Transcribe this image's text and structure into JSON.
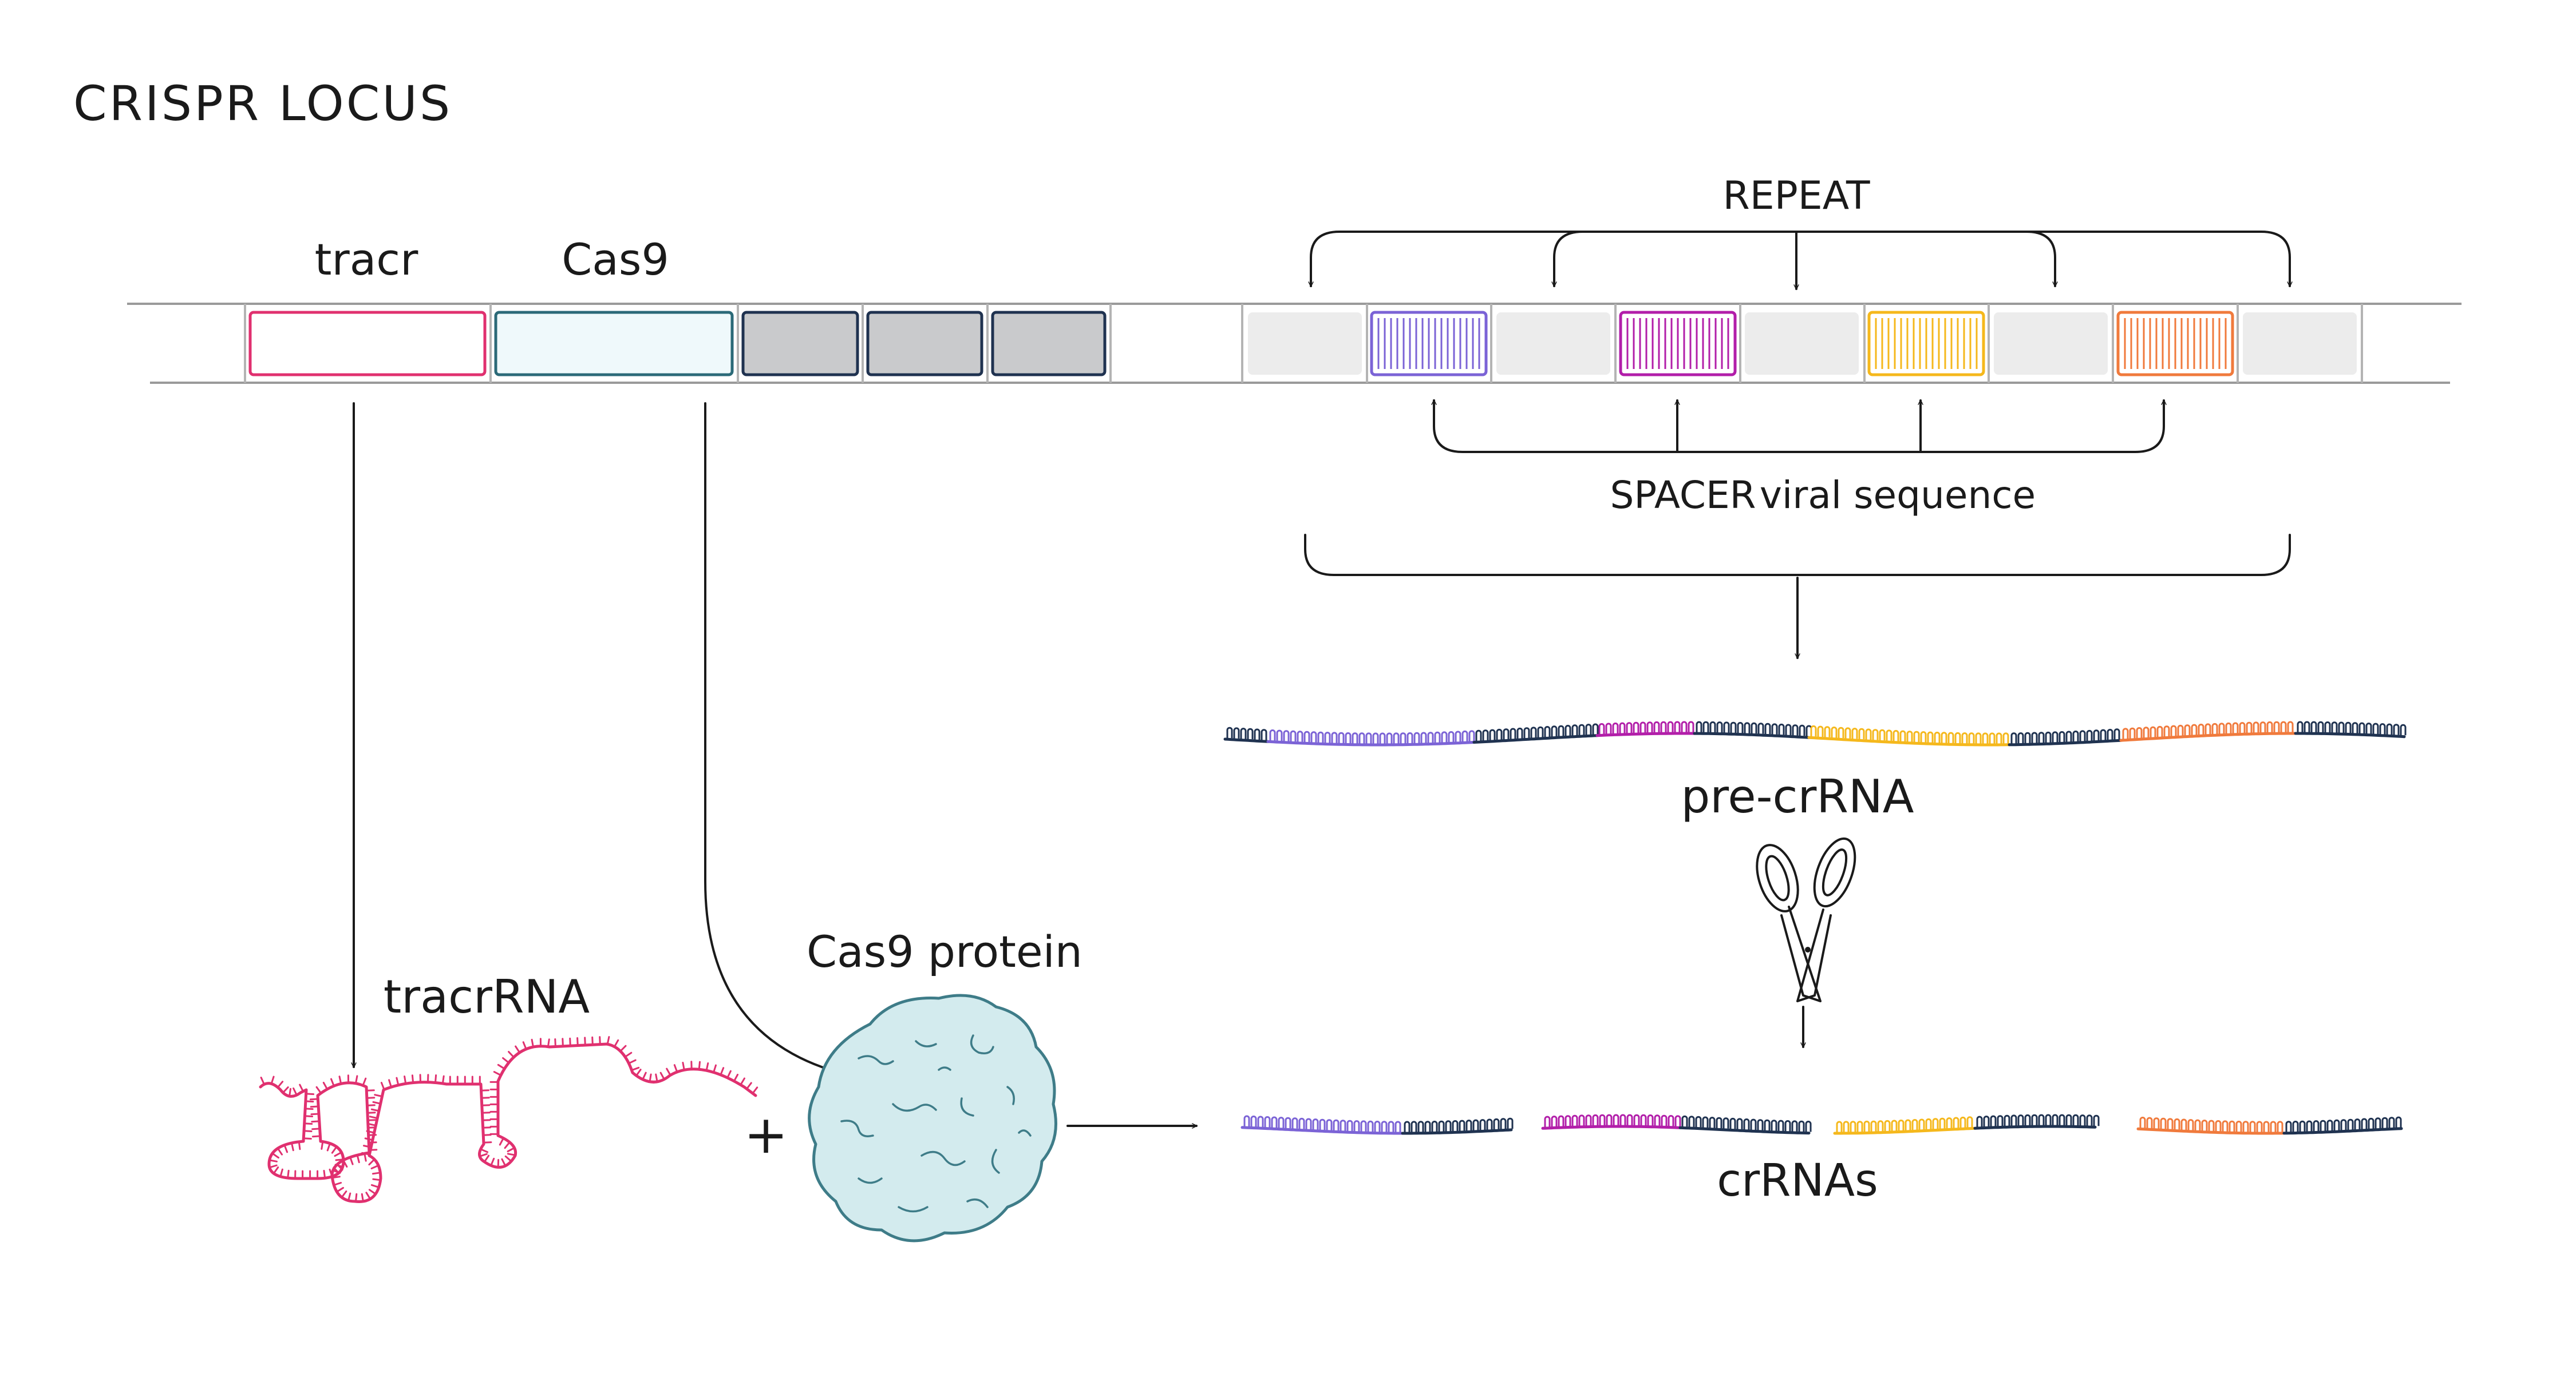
{
  "title": "CRISPR LOCUS",
  "labels": {
    "tracr": "tracr",
    "cas9": "Cas9",
    "repeat": "REPEAT",
    "spacer": "SPACER",
    "viral": "viral sequence",
    "pre_crrna": "pre-crRNA",
    "tracrrna": "tracrRNA",
    "cas9_protein": "Cas9 protein",
    "plus": "+",
    "crrnas": "crRNAs"
  },
  "colors": {
    "ink": "#1a1a1a",
    "tracr": "#e0306f",
    "cas9_fill": "#eff9fb",
    "cas9_stroke": "#2b6a78",
    "cas_gene": "#c9cacc",
    "repeat": "#ececec",
    "spacer_purple": "#7b63d6",
    "spacer_magenta": "#b21ea9",
    "spacer_yellow": "#f5b81c",
    "spacer_orange": "#f07a3c",
    "repeat_rna": "#1f3250",
    "protein_fill": "#d3ebee",
    "protein_stroke": "#3e7c88"
  },
  "icons": [
    "scissors-icon",
    "arrow-icon",
    "bracket-icon",
    "protein-blob-icon",
    "rna-strand-icon"
  ]
}
